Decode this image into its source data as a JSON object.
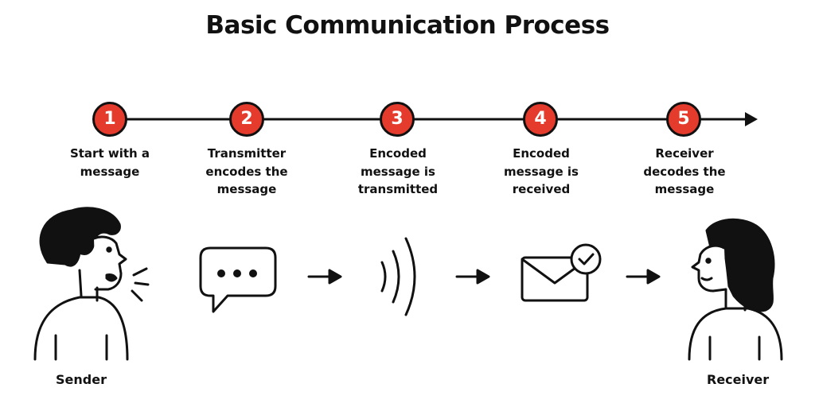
{
  "title": "Basic Communication Process",
  "steps": [
    {
      "number": "1",
      "label": "Start with a message"
    },
    {
      "number": "2",
      "label": "Transmitter encodes the message"
    },
    {
      "number": "3",
      "label": "Encoded message is transmitted"
    },
    {
      "number": "4",
      "label": "Encoded message is received"
    },
    {
      "number": "5",
      "label": "Receiver decodes the message"
    }
  ],
  "sender": {
    "label": "Sender",
    "icon": "sender-person-icon"
  },
  "receiver": {
    "label": "Receiver",
    "icon": "receiver-person-icon"
  },
  "icons": [
    "speech-bubble-icon",
    "signal-waves-icon",
    "envelope-check-icon",
    "arrow-right-icon"
  ],
  "colors": {
    "accent": "#e53b2c",
    "ink": "#111111",
    "background": "#ffffff"
  }
}
